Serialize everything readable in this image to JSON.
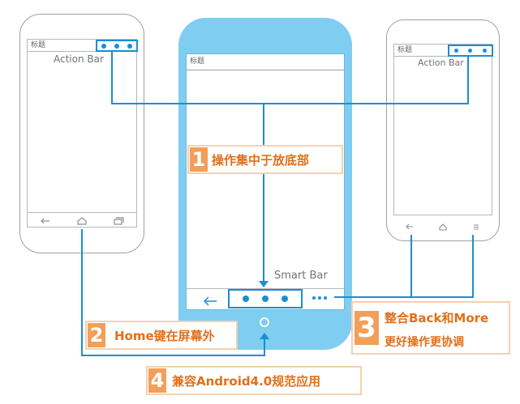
{
  "phones": {
    "left": {
      "title": "标题",
      "action_bar_label": "Action Bar"
    },
    "center": {
      "title": "标题",
      "smart_bar_label": "Smart Bar"
    },
    "right": {
      "title": "标题",
      "action_bar_label": "Action Bar"
    }
  },
  "callouts": [
    {
      "number": "1",
      "text": "操作集中于放底部"
    },
    {
      "number": "2",
      "text": "Home键在屏幕外"
    },
    {
      "number": "3",
      "text_line1": "整合Back和More",
      "text_line2": "更好操作更协调"
    },
    {
      "number": "4",
      "text": "兼容Android4.0规范应用"
    }
  ],
  "colors": {
    "accent_blue": "#1a8fd0",
    "center_phone_body": "#7fcdf0",
    "callout_text": "#e26f1a",
    "callout_number_bg": "#f0a05a",
    "callout_border": "#f5d2ad"
  },
  "icons": {
    "overflow": "three-dots",
    "back": "back-arrow",
    "home": "home-house",
    "recents": "recent-apps",
    "menu": "menu-lines",
    "home_button": "round-home-button"
  }
}
